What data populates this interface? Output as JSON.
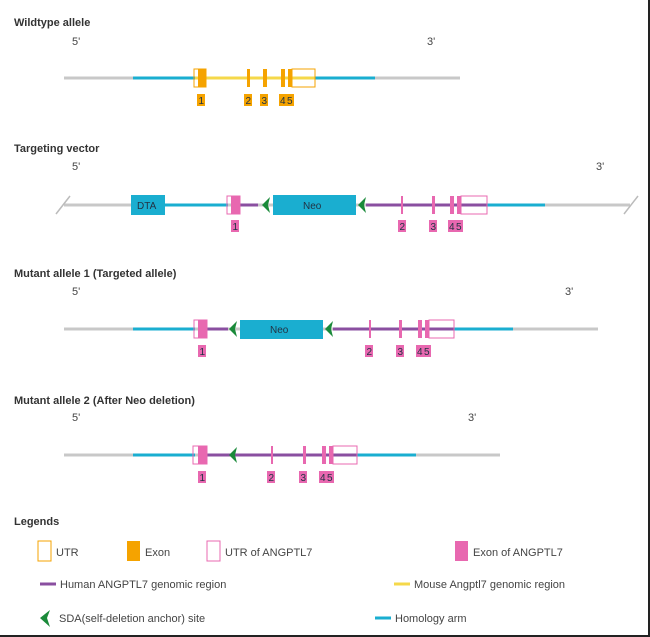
{
  "colors": {
    "backbone": "#c8c8c8",
    "homology": "#1aaed0",
    "mouse": "#f5d84a",
    "exon": "#f5a300",
    "human_exon": "#e868b0",
    "human_region": "#8a4fa0",
    "sda": "#1a8a3a",
    "cassette": "#1aaed0"
  },
  "wildtype": {
    "title": "Wildtype allele",
    "five": "5'",
    "three": "3'",
    "exons": [
      "1",
      "2",
      "3",
      "4",
      "5"
    ]
  },
  "targeting": {
    "title": "Targeting vector",
    "five": "5'",
    "three": "3'",
    "dta": "DTA",
    "neo": "Neo",
    "exons": [
      "1",
      "2",
      "3",
      "4",
      "5"
    ]
  },
  "mutant1": {
    "title": "Mutant allele 1 (Targeted allele)",
    "five": "5'",
    "three": "3'",
    "neo": "Neo",
    "exons": [
      "1",
      "2",
      "3",
      "4",
      "5"
    ]
  },
  "mutant2": {
    "title": "Mutant allele 2 (After Neo deletion)",
    "five": "5'",
    "three": "3'",
    "exons": [
      "1",
      "2",
      "3",
      "4",
      "5"
    ]
  },
  "legend": {
    "title": "Legends",
    "utr": "UTR",
    "exon": "Exon",
    "utr_human": "UTR of ANGPTL7",
    "exon_human": "Exon of ANGPTL7",
    "human_region": "Human ANGPTL7 genomic region",
    "mouse_region": "Mouse Angptl7 genomic region",
    "sda": "SDA(self-deletion anchor) site",
    "homology": "Homology arm"
  }
}
